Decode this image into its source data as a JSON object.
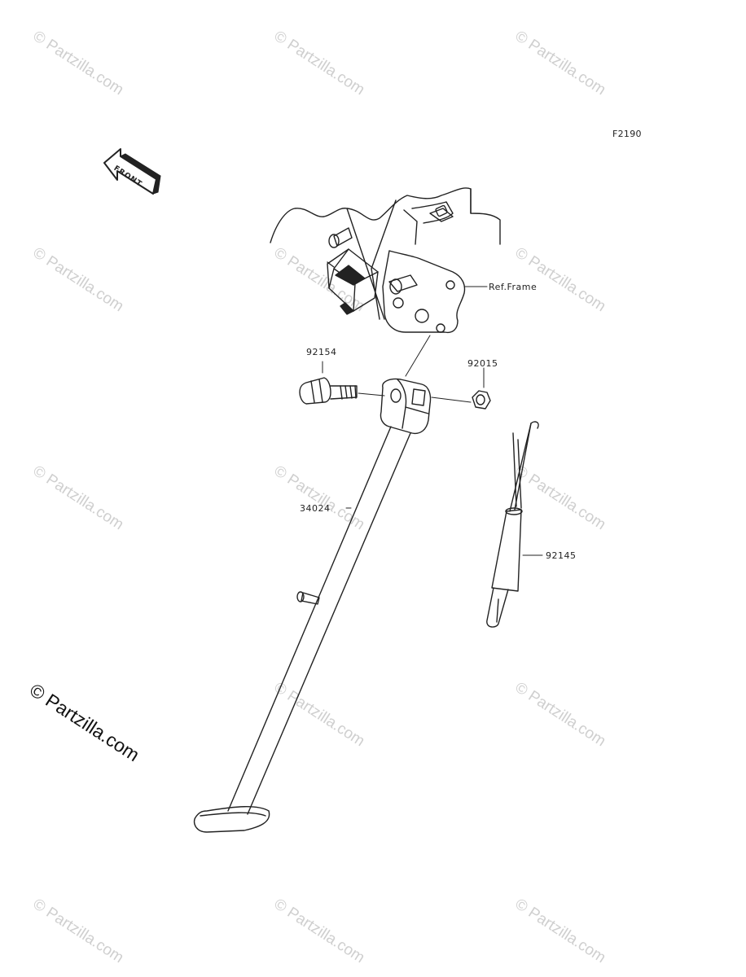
{
  "diagram": {
    "figure_code": "F2190",
    "direction_label": "FRONT",
    "reference_label": "Ref.Frame",
    "parts": [
      {
        "number": "92154"
      },
      {
        "number": "92015"
      },
      {
        "number": "34024"
      },
      {
        "number": "92145"
      }
    ]
  },
  "watermark": {
    "text": "© Partzilla.com",
    "main_text": "© Partzilla.com"
  },
  "colors": {
    "line": "#222222",
    "watermark": "#cfcfcf"
  }
}
